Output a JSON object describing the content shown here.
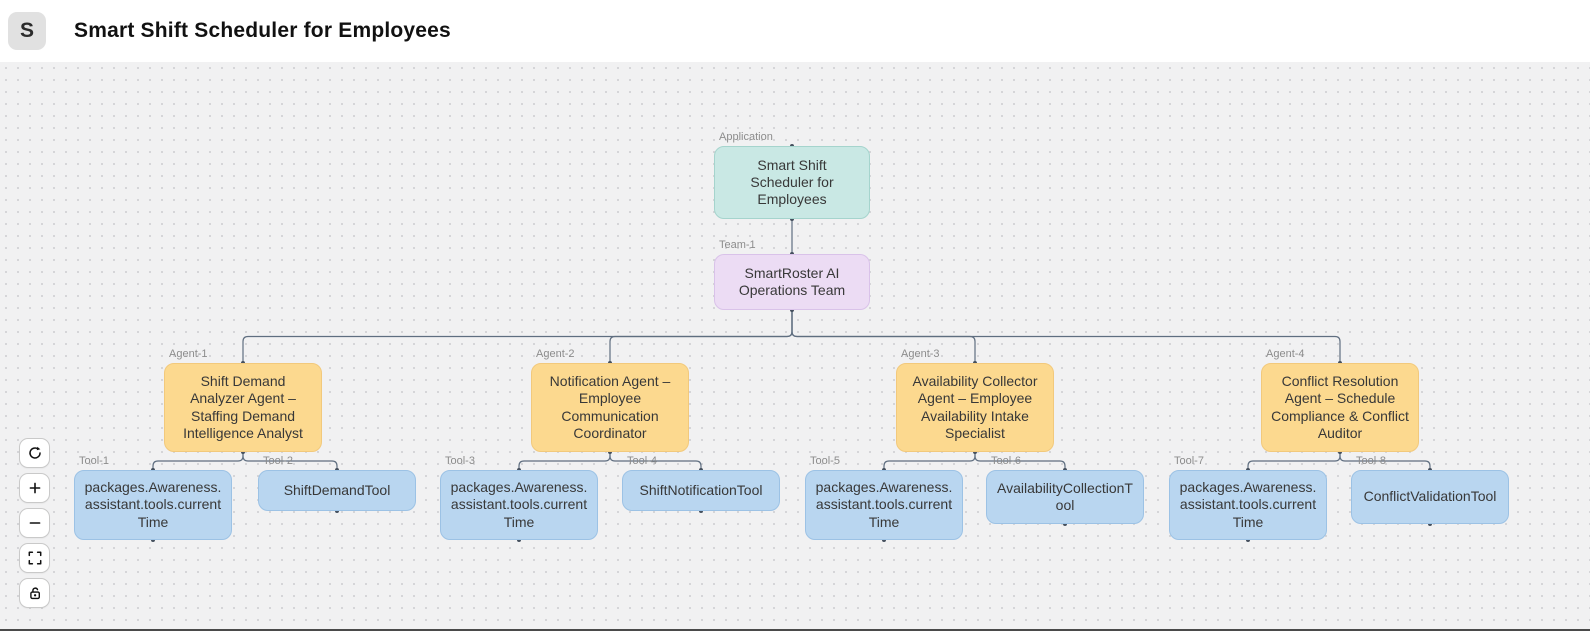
{
  "header": {
    "logo_letter": "S",
    "title": "Smart Shift Scheduler for Employees"
  },
  "canvas": {
    "nodes": [
      {
        "id": "application",
        "type": "application",
        "badge": "Application",
        "label": "Smart Shift Scheduler for Employees"
      },
      {
        "id": "team-1",
        "type": "team",
        "badge": "Team-1",
        "label": "SmartRoster AI Operations Team"
      },
      {
        "id": "agent-1",
        "type": "agent",
        "badge": "Agent-1",
        "label": "Shift Demand Analyzer Agent – Staffing Demand Intelligence Analyst"
      },
      {
        "id": "agent-2",
        "type": "agent",
        "badge": "Agent-2",
        "label": "Notification Agent – Employee Communication Coordinator"
      },
      {
        "id": "agent-3",
        "type": "agent",
        "badge": "Agent-3",
        "label": "Availability Collector Agent – Employee Availability Intake Specialist"
      },
      {
        "id": "agent-4",
        "type": "agent",
        "badge": "Agent-4",
        "label": "Conflict Resolution Agent – Schedule Compliance & Conflict Auditor"
      },
      {
        "id": "tool-1",
        "type": "tool",
        "badge": "Tool-1",
        "label": "packages.Awareness.assistant.tools.currentTime"
      },
      {
        "id": "tool-2",
        "type": "tool",
        "badge": "Tool-2",
        "label": "ShiftDemandTool"
      },
      {
        "id": "tool-3",
        "type": "tool",
        "badge": "Tool-3",
        "label": "packages.Awareness.assistant.tools.currentTime"
      },
      {
        "id": "tool-4",
        "type": "tool",
        "badge": "Tool-4",
        "label": "ShiftNotificationTool"
      },
      {
        "id": "tool-5",
        "type": "tool",
        "badge": "Tool-5",
        "label": "packages.Awareness.assistant.tools.currentTime"
      },
      {
        "id": "tool-6",
        "type": "tool",
        "badge": "Tool-6",
        "label": "AvailabilityCollectionTool"
      },
      {
        "id": "tool-7",
        "type": "tool",
        "badge": "Tool-7",
        "label": "packages.Awareness.assistant.tools.currentTime"
      },
      {
        "id": "tool-8",
        "type": "tool",
        "badge": "Tool-8",
        "label": "ConflictValidationTool"
      }
    ],
    "edges": [
      {
        "source": "application",
        "target": "team-1"
      },
      {
        "source": "team-1",
        "target": "agent-1"
      },
      {
        "source": "team-1",
        "target": "agent-2"
      },
      {
        "source": "team-1",
        "target": "agent-3"
      },
      {
        "source": "team-1",
        "target": "agent-4"
      },
      {
        "source": "agent-1",
        "target": "tool-1"
      },
      {
        "source": "agent-1",
        "target": "tool-2"
      },
      {
        "source": "agent-2",
        "target": "tool-3"
      },
      {
        "source": "agent-2",
        "target": "tool-4"
      },
      {
        "source": "agent-3",
        "target": "tool-5"
      },
      {
        "source": "agent-3",
        "target": "tool-6"
      },
      {
        "source": "agent-4",
        "target": "tool-7"
      },
      {
        "source": "agent-4",
        "target": "tool-8"
      }
    ]
  },
  "colors": {
    "application_fill": "#c9e8e4",
    "application_border": "#a5d4cd",
    "team_fill": "#ecdcf4",
    "team_border": "#d9c2e9",
    "agent_fill": "#fcd98f",
    "agent_border": "#f2c97c",
    "tool_fill": "#b9d6f0",
    "tool_border": "#9cc2e5",
    "edge": "#5f6e80",
    "handle": "#45505e",
    "badge_text": "#8c8c8c",
    "node_text": "#383838",
    "canvas_bg": "#f1f1f2"
  },
  "controls": [
    {
      "name": "refresh",
      "icon": "refresh-icon"
    },
    {
      "name": "zoom-in",
      "icon": "plus-icon"
    },
    {
      "name": "zoom-out",
      "icon": "minus-icon"
    },
    {
      "name": "fit-view",
      "icon": "fit-view-icon"
    },
    {
      "name": "lock",
      "icon": "lock-icon"
    }
  ]
}
